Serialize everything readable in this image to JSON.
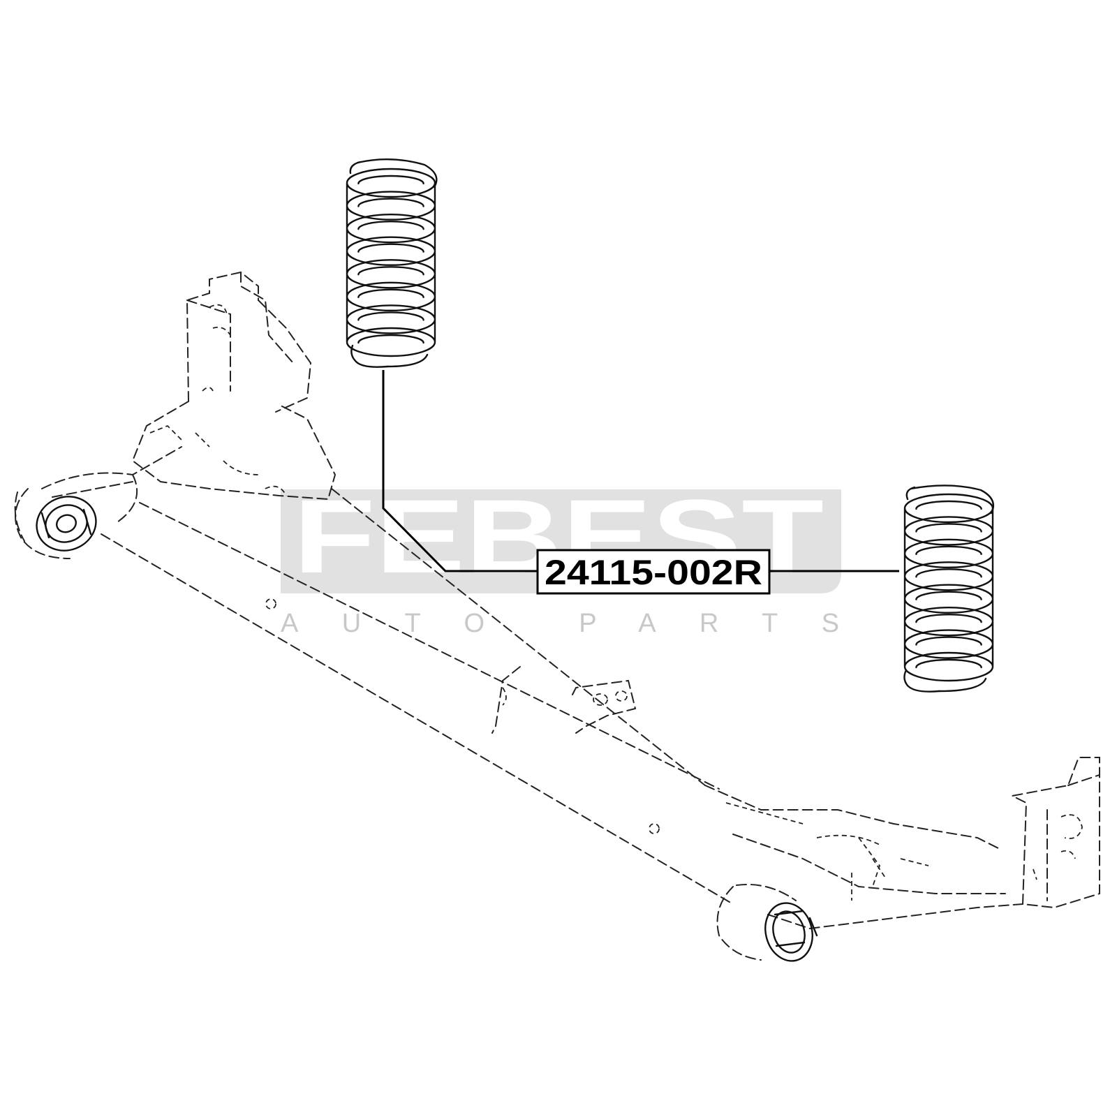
{
  "watermark": {
    "brand": "FEBEST",
    "tagline": "AUTO PARTS"
  },
  "callout": {
    "part_number": "24115-002R"
  },
  "components": [
    {
      "name": "coil-spring-left"
    },
    {
      "name": "coil-spring-right"
    },
    {
      "name": "rear-axle-beam"
    }
  ]
}
